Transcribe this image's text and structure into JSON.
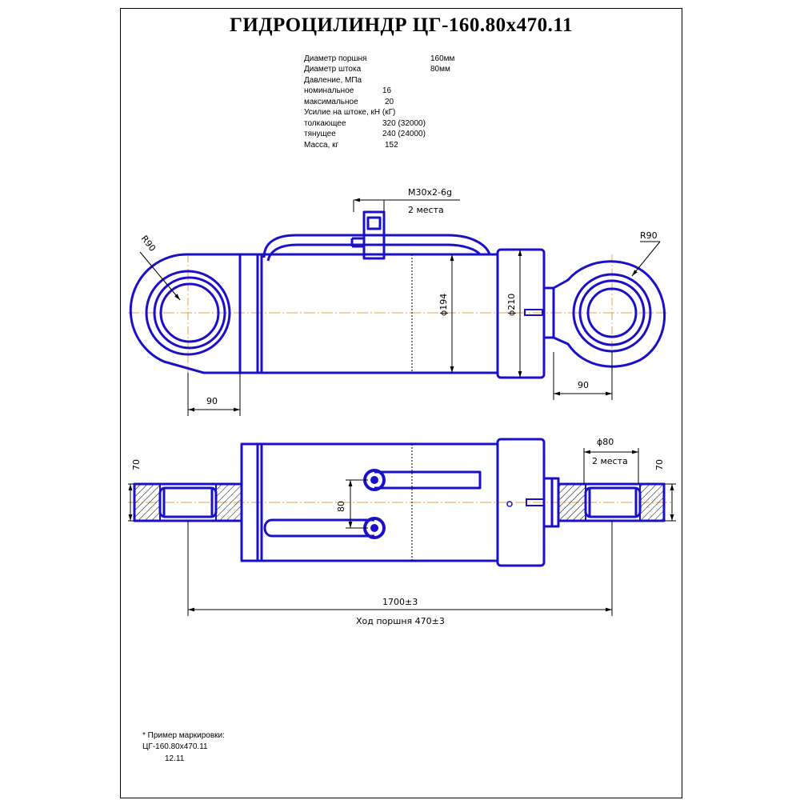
{
  "title": "ГИДРОЦИЛИНДР  ЦГ-160.80х470.11",
  "specs": [
    {
      "label": "Диаметр поршня",
      "value": "160мм"
    },
    {
      "label": "Диаметр штока",
      "value": "80мм"
    },
    {
      "label": "Давление, МПа",
      "value": ""
    },
    {
      "label": "номинальное",
      "value": "16"
    },
    {
      "label": "максимальное",
      "value": "20"
    },
    {
      "label": "Усилие на штоке, кН (кГ)",
      "value": ""
    },
    {
      "label": "толкающее",
      "value": "320 (32000)"
    },
    {
      "label": "тянущее",
      "value": "240 (24000)"
    },
    {
      "label": "Масса, кг",
      "value": "152"
    }
  ],
  "dims": {
    "thread": "М30х2-6g",
    "thread_qty": "2 места",
    "r_left": "R90",
    "r_right": "R90",
    "d_body": "ϕ194",
    "d_flange": "ϕ210",
    "eye_left": "90",
    "eye_right": "90",
    "bore_w_left": "70",
    "bore_w_right": "70",
    "bore_d": "ϕ80",
    "bore_qty": "2 места",
    "port_spacing": "80",
    "length": "1700±3",
    "stroke": "Ход поршня 470±3"
  },
  "note": {
    "heading": "* Пример маркировки:",
    "line1": "ЦГ-160.80х470.11",
    "line2": "12.11"
  },
  "colors": {
    "outline": "#1a10c8",
    "dimension": "#000000",
    "axis": "#e8a040"
  }
}
